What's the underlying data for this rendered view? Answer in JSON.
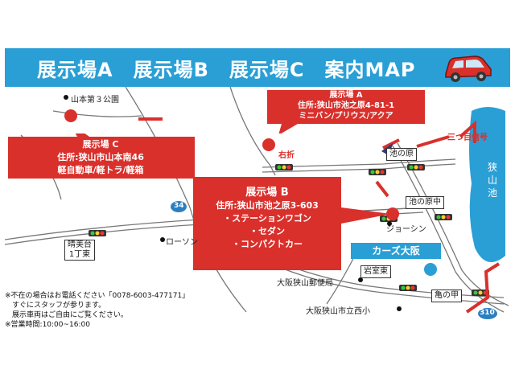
{
  "header": {
    "title": "展示場A　展示場B　展示場C　案内MAP",
    "bg_color": "#2a9fd6",
    "car_icon": "car-icon"
  },
  "callouts": {
    "a": {
      "lines": [
        "展示場 A",
        "住所:狭山市池之原4-81-1",
        "ミニバン/プリウス/アクア"
      ]
    },
    "b": {
      "lines": [
        "展示場 B",
        "住所:狭山市池之原3-603",
        "・ステーションワゴン",
        "・セダン",
        "・コンパクトカー"
      ]
    },
    "c": {
      "lines": [
        "展示場 C",
        "住所:狭山市山本南46",
        "軽自動車/軽トラ/軽箱"
      ]
    },
    "color": "#d9302c"
  },
  "landmarks": {
    "yamamoto_park": "山本第３公園",
    "turn_right": "右折",
    "mittsume": "三つ目信号",
    "ikenohara": "池の原",
    "ikenohara_naka": "池の原中",
    "sayama_ike": "狭山池",
    "joshin": "ジョーシン",
    "cars_osaka": "カーズ大阪",
    "iwamuro_higashi": "岩室東",
    "post_office": "大阪狭山郵便局",
    "kamenoko": "亀の甲",
    "school": "大阪狭山市立西小",
    "route_310": "310",
    "route_34": "34",
    "harumidai": "晴美台\n1丁東",
    "harumidai_1": "晴美台",
    "harumidai_2": "1丁東",
    "lawson": "ローソン"
  },
  "notes": [
    "※不在の場合はお電話ください「0078-6003-477171」",
    "　すぐにスタッフが参ります。",
    "　展示車両はご自由にご覧ください。",
    "※営業時間:10:00~16:00"
  ]
}
